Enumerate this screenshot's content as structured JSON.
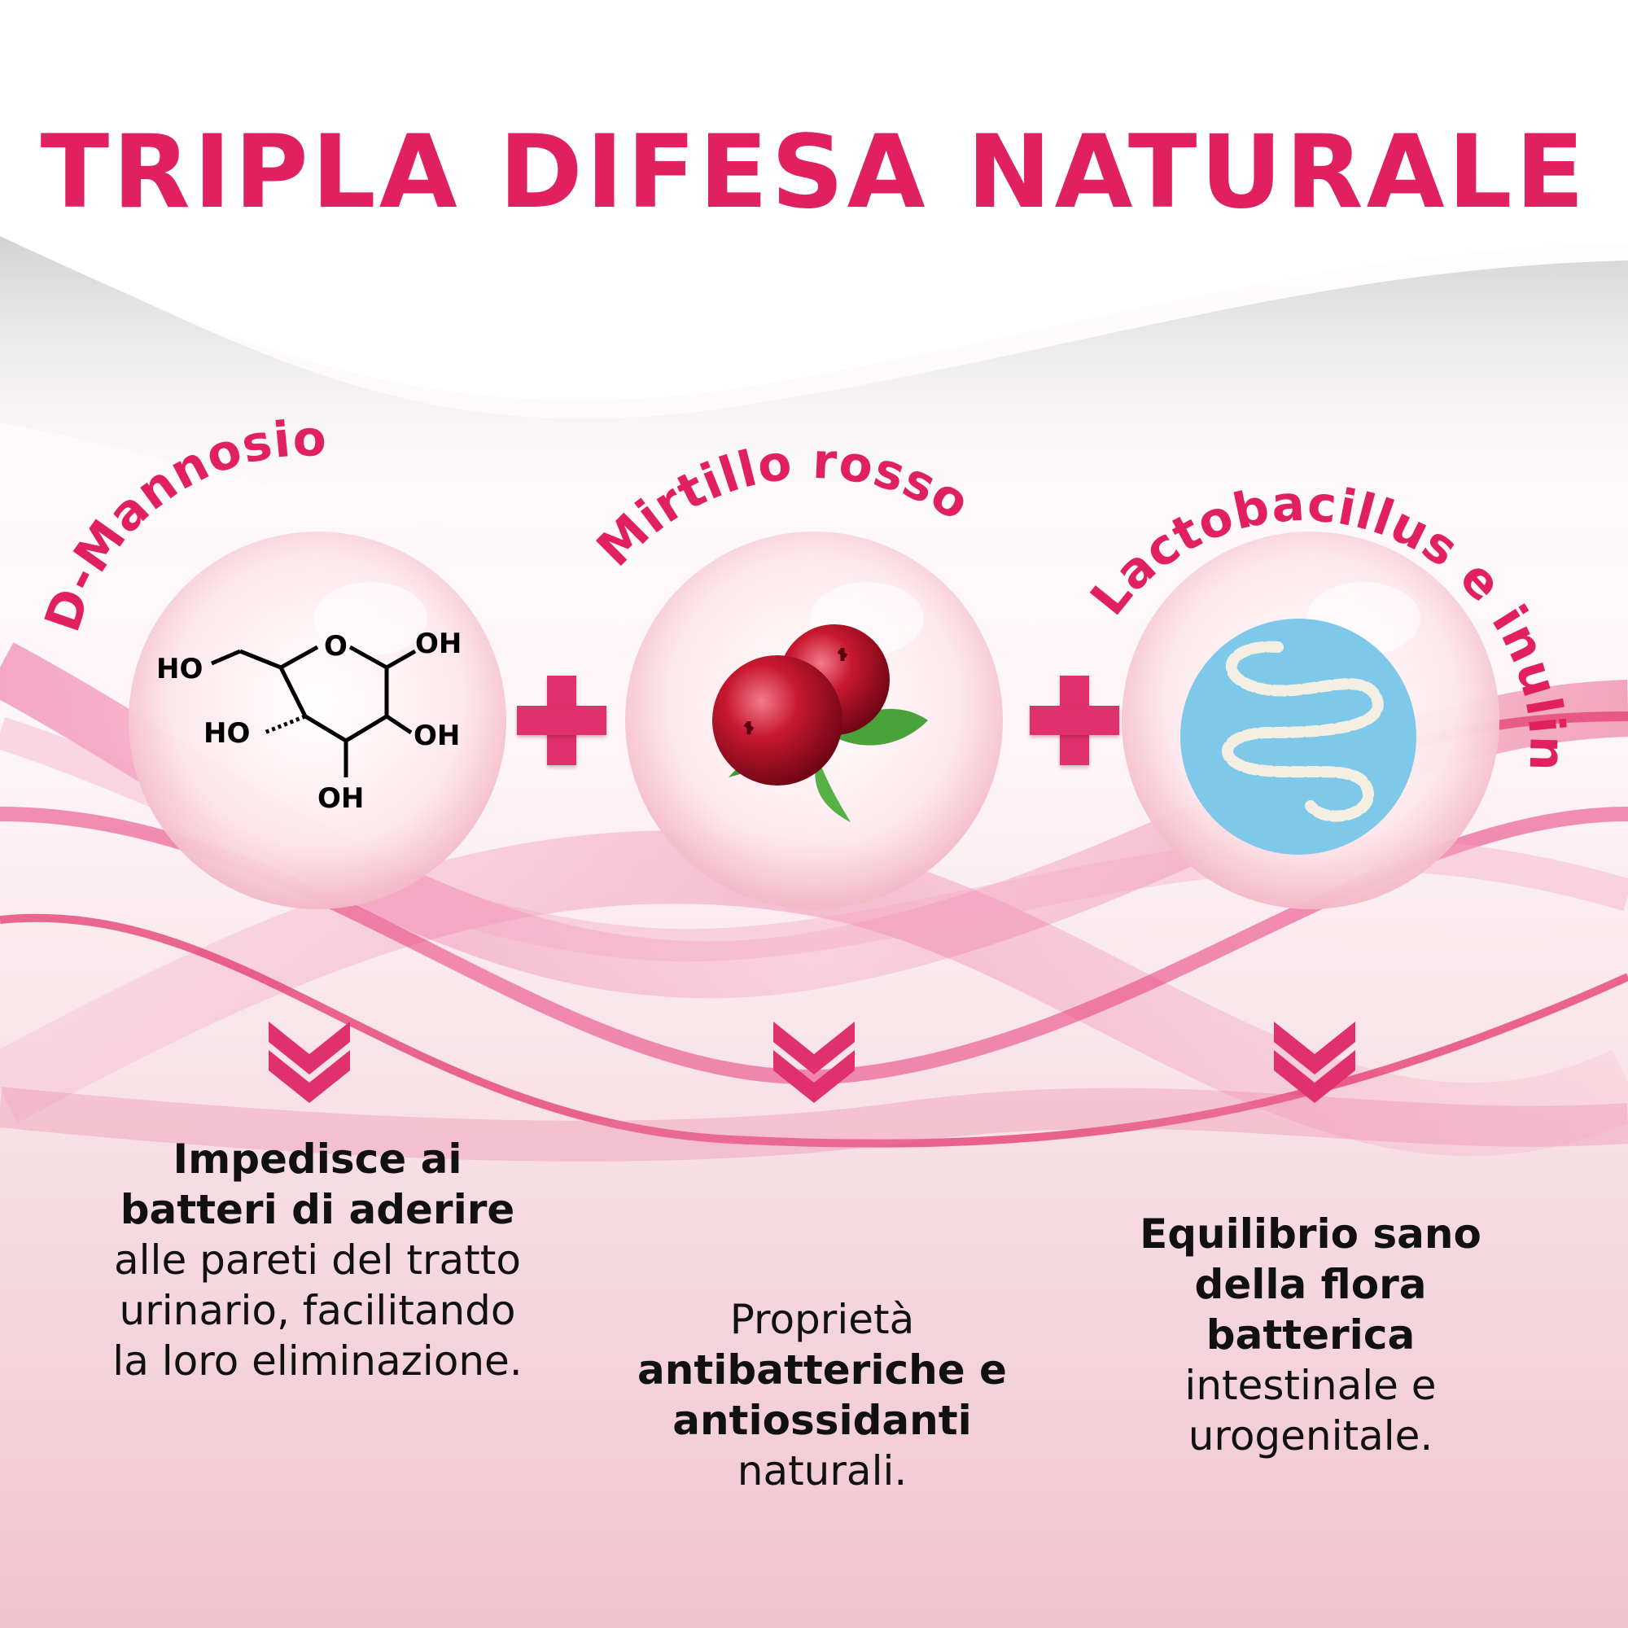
{
  "title": "TRIPLA DIFESA NATURALE",
  "ingredients": [
    {
      "label": "D-Mannosio"
    },
    {
      "label": "Mirtillo rosso"
    },
    {
      "label": "Lactobacillus e inulina"
    }
  ],
  "molecule": {
    "ho_left": "HO",
    "oh_top": "OH",
    "ring_o": "O",
    "ho_mid": "HO",
    "oh_right": "OH",
    "oh_bottom": "OH"
  },
  "descriptions": [
    {
      "b1": "Impedisce ai batteri di aderire",
      "t1": " alle pareti del tratto urinario, facilitando la loro eliminazione."
    },
    {
      "t0": "Proprietà ",
      "b1": "antibatteriche e antiossidanti",
      "t1": " naturali."
    },
    {
      "b1": "Equilibrio sano della flora batterica",
      "t1": " intestinale e urogenitale."
    }
  ],
  "colors": {
    "accent": "#e0205f",
    "text": "#111111",
    "gut_bg": "#7ec9ea"
  }
}
